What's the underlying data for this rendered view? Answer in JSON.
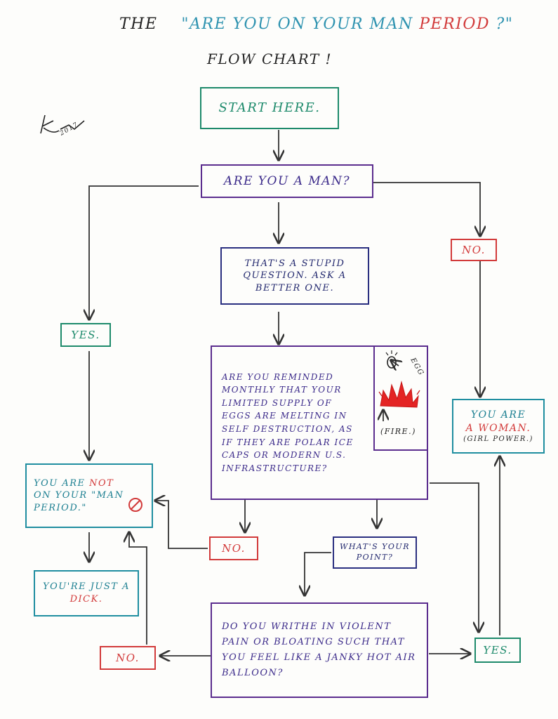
{
  "title": {
    "prefix": "THE",
    "quoted_open": "\"ARE YOU ON YOUR MAN ",
    "quoted_red": "PERIOD",
    "quoted_close": " ?\"",
    "line2": "FLOW CHART !"
  },
  "signature_year": "2017.",
  "nodes": {
    "start": "START HERE.",
    "q_man": "ARE YOU A MAN?",
    "stupid": "THAT'S A STUPID QUESTION. ASK A BETTER ONE.",
    "yes_left": "YES.",
    "no_right": "NO.",
    "eggs": "ARE YOU REMINDED MONTHLY THAT YOUR LIMITED SUPPLY OF EGGS ARE MELTING IN SELF DESTRUCTION, AS IF THEY ARE POLAR ICE CAPS OR MODERN U.S. INFRASTRUCTURE?",
    "egg_label": "EGG",
    "fire_label": "(FIRE.)",
    "woman_line1": "YOU ARE",
    "woman_line2": "A WOMAN.",
    "woman_line3": "(GIRL POWER.)",
    "not_on_prefix": "YOU ARE ",
    "not_on_red": "NOT",
    "not_on_suffix": " ON YOUR \"MAN PERIOD.\"",
    "no_mid": "NO.",
    "point": "WHAT'S YOUR POINT?",
    "dick_prefix": "YOU'RE JUST A",
    "dick_red": "DICK.",
    "writhe": "DO YOU WRITHE IN VIOLENT PAIN OR BLOATING SUCH THAT YOU FEEL LIKE A JANKY HOT AIR BALLOON?",
    "no_bottom": "NO.",
    "yes_bottom": "YES."
  }
}
